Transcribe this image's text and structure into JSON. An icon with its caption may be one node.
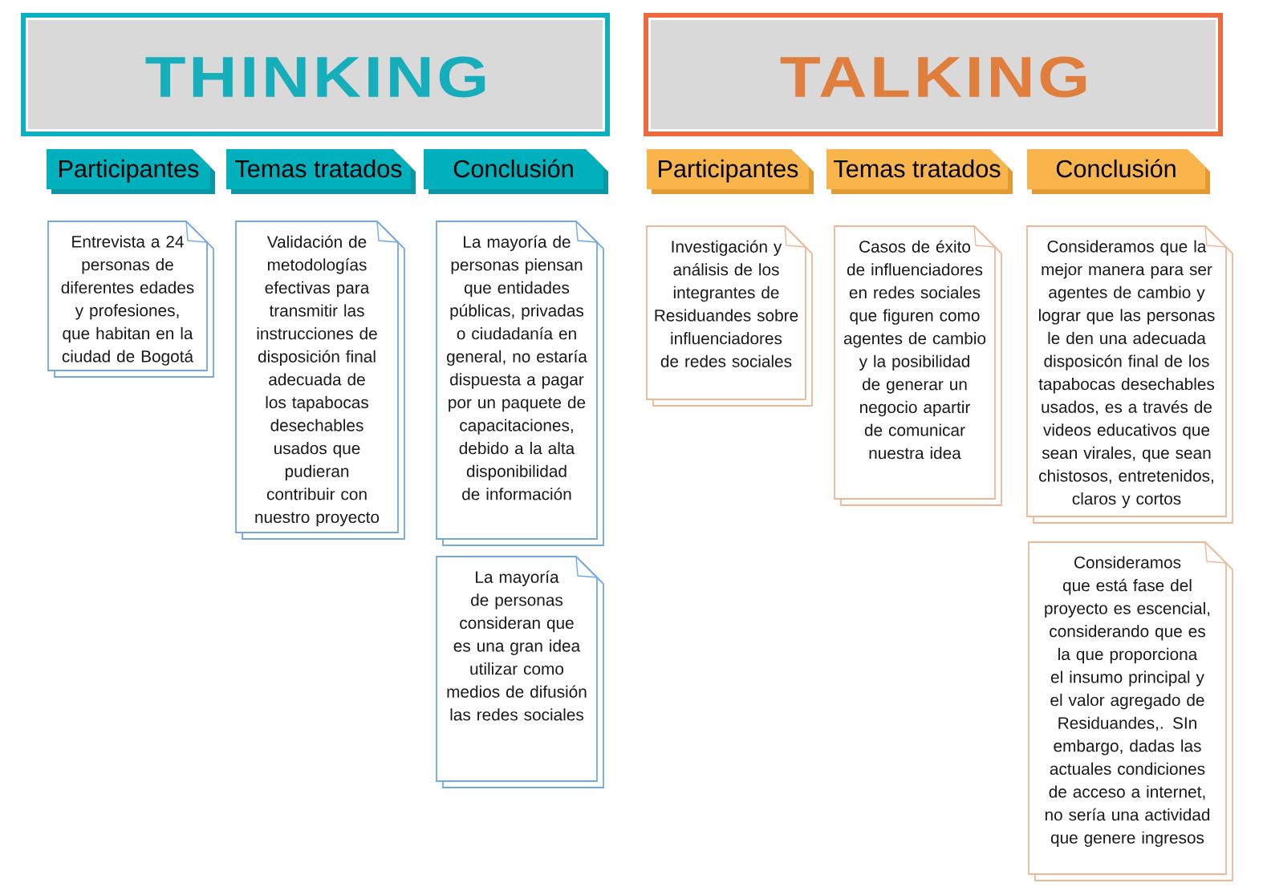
{
  "diagram": {
    "nodes": [
      {
        "text": [
          "THINKING"
        ]
      },
      {
        "text": [
          "TALKING"
        ]
      },
      {
        "text": [
          "Participantes"
        ]
      },
      {
        "text": [
          "Temas tratados"
        ]
      },
      {
        "text": [
          "Conclusión"
        ]
      },
      {
        "text": [
          "Participantes"
        ]
      },
      {
        "text": [
          "Temas tratados"
        ]
      },
      {
        "text": [
          "Conclusión"
        ]
      },
      {
        "text": [
          "Entrevista a 24 personas de diferentes edades y profesiones, que habitan en la ciudad de Bogotá"
        ]
      },
      {
        "text": [
          "Validación de metodologías efectivas para transmitir las instrucciones de disposición final adecuada de los tapabocas desechables usados que pudieran contribuir con nuestro proyecto"
        ]
      },
      {
        "text": [
          "La mayoría de personas piensan que entidades públicas, privadas o ciudadanía en general, no estaría dispuesta a pagar por un paquete de capacitaciones, debido a la alta disponibilidad de información"
        ]
      },
      {
        "text": [
          "La mayoría de personas consideran que es una gran idea utilizar como medios de difusión las redes sociales"
        ]
      },
      {
        "text": [
          "Investigación y análisis de los integrantes de Residuandes sobre influenciadores de redes sociales"
        ]
      },
      {
        "text": [
          "Casos de éxito de influenciadores en redes sociales que figuren como agentes de cambio y la posibilidad de generar un negocio apartir de comunicar nuestra idea"
        ]
      },
      {
        "text": [
          "Consideramos que la mejor manera para ser agentes de cambio y lograr que las personas le den una adecuada disposicón final de los tapabocas desechables usados, es a través de videos educativos que sean virales, que sean chistosos, entretenidos, claros y cortos"
        ]
      },
      {
        "text": [
          "Consideramos que está fase del proyecto es escencial, considerando que es la que proporciona el insumo principal y el valor agregado de Residuandes,. SIn embargo, dadas las actuales condiciones de acceso a internet, no sería una actividad que genere ingresos"
        ]
      }
    ]
  }
}
